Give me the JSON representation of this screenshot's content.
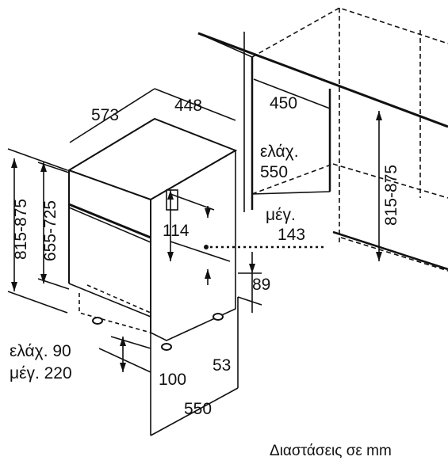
{
  "labels": {
    "width_depth": "573",
    "width": "448",
    "niche_width": "450",
    "niche_depth_min_label": "ελάχ.",
    "niche_depth_min_value": "550",
    "niche_height": "815-875",
    "left_height_total": "815-875",
    "left_height_body": "655-725",
    "panel_offset": "114",
    "max_label": "μέγ.",
    "max_value": "143",
    "toe_kick": "89",
    "foot_depth": "53",
    "door_min": "ελάχ. 90",
    "door_max": "μέγ. 220",
    "plinth_offset": "100",
    "depth_bottom": "550",
    "caption": "Διαστάσεις σε mm"
  }
}
